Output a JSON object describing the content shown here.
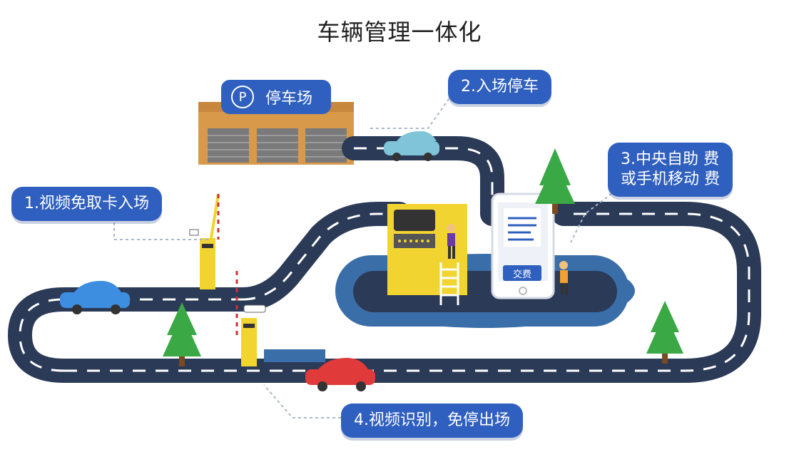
{
  "title": "车辆管理一体化",
  "labels": {
    "parking": "停车场",
    "parking_symbol": "P",
    "step1": "1.视频免取卡入场",
    "step2": "2.入场停车",
    "step3_line1": "3.中央自助 费",
    "step3_line2": "或手机移动 费",
    "step4": "4.视频识别，免停出场",
    "pay_button": "交费"
  },
  "colors": {
    "road": "#2b3a57",
    "pill": "#2f5fbf",
    "building": "#d89a4a",
    "tree": "#3aa845"
  }
}
